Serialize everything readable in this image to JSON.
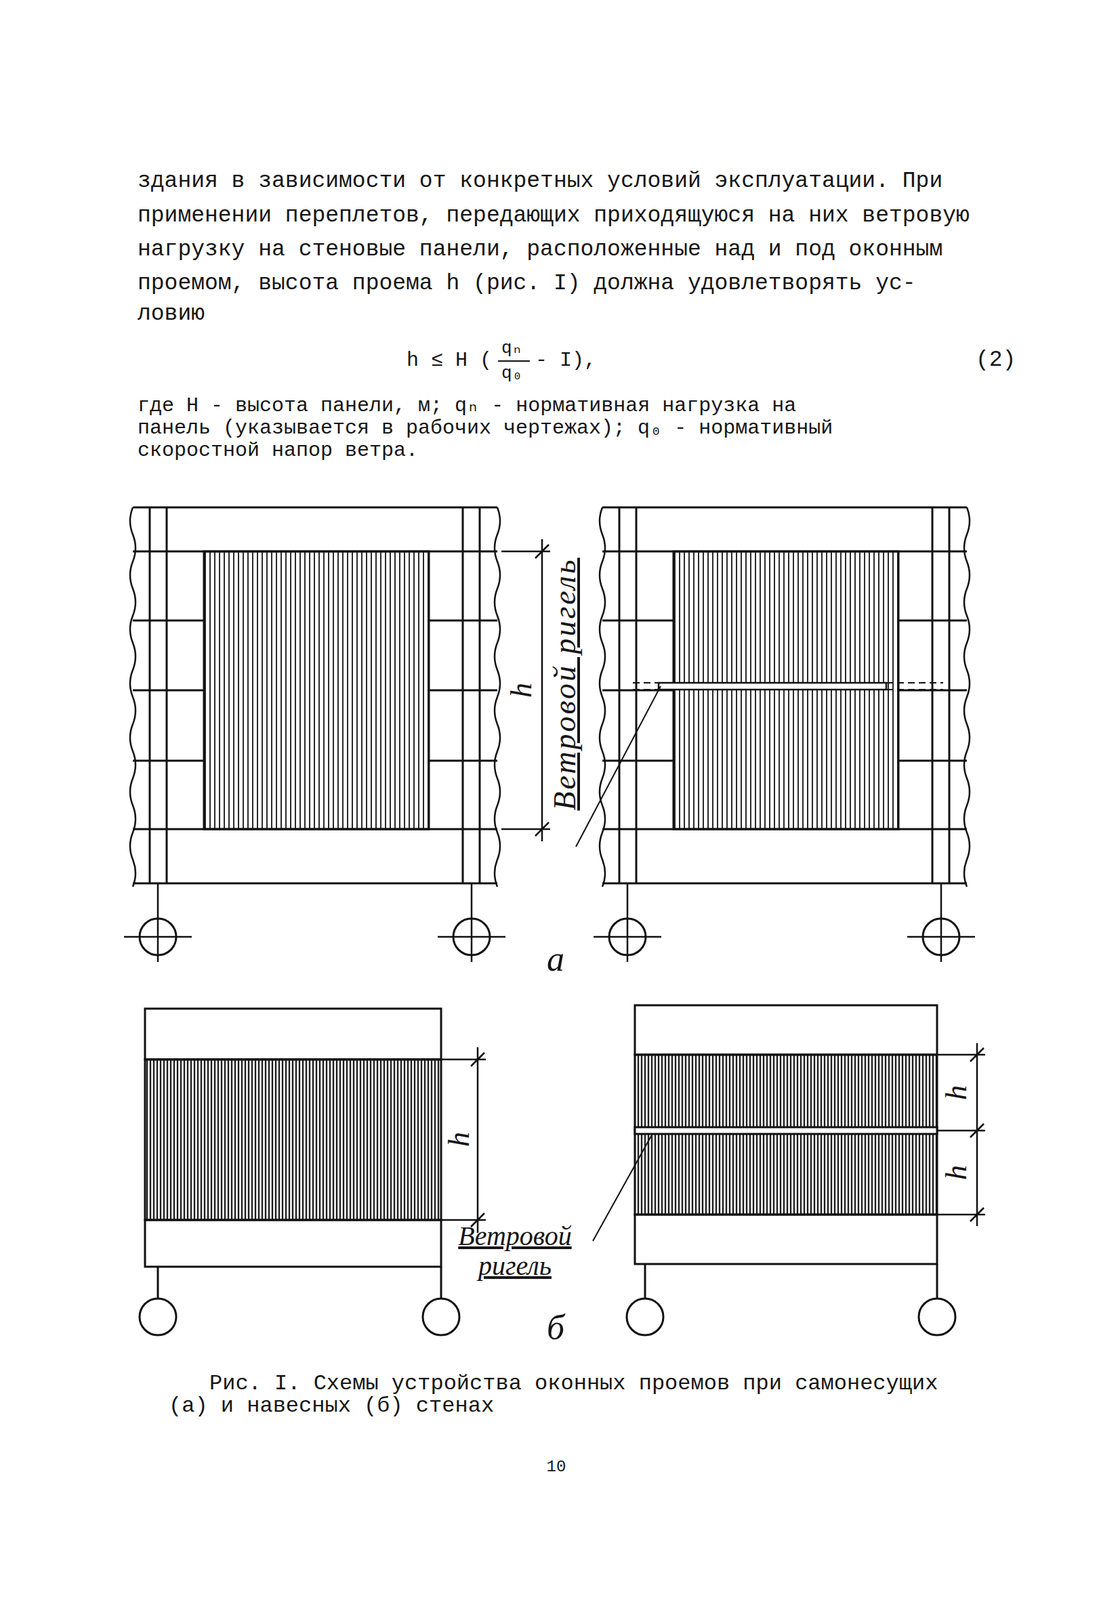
{
  "diagram": {
    "caption": "Рис. I. Схемы устройства оконных проемов при самонесущих (а) и навесных (б) стенах",
    "labels": [
      "здания в зависимости от конкретных условий эксплуатации. При",
      "применении переплетов, передающих приходящуюся на них ветровую",
      "нагрузку на стеновые панели, расположенные над и под оконным",
      "проемом, высота проема h (рис. I) должна удовлетворять ус-",
      "ловию",
      "h ≤ H (",
      "qₙ",
      "q₀",
      "- I),",
      "(2)",
      "где H - высота панели, м; qₙ - нормативная нагрузка на",
      "панель (указывается в рабочих чертежах); q₀ - нормативный",
      "скоростной напор ветра.",
      "h",
      "Ветровой ригель",
      "а",
      "h",
      "Ветровой ригель",
      "h",
      "h",
      "б",
      "10"
    ]
  }
}
